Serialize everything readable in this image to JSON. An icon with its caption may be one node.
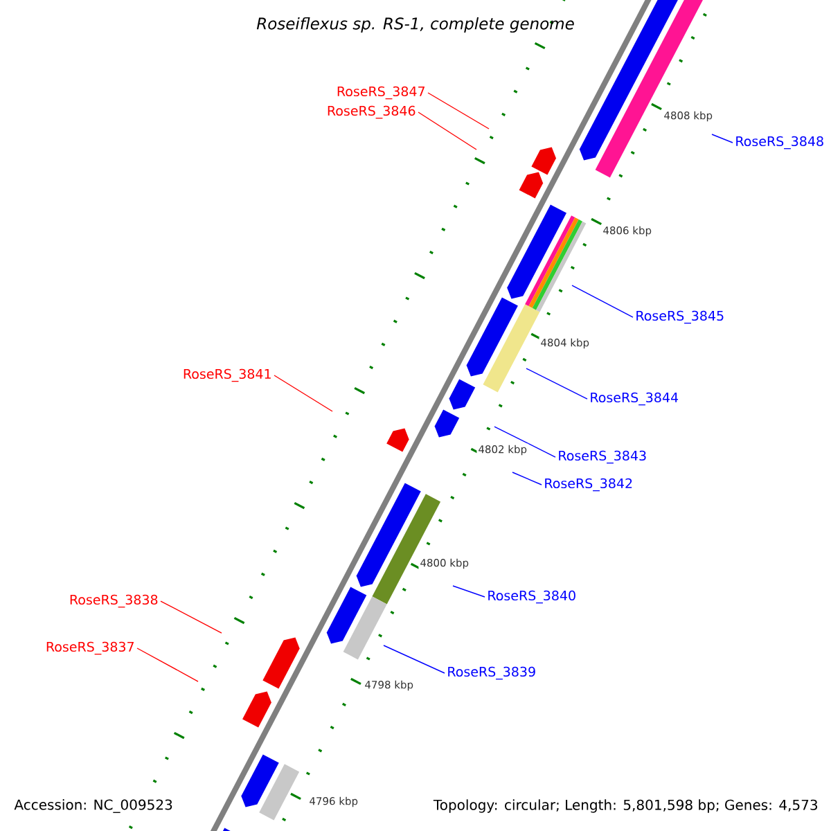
{
  "diagram": {
    "title": "Roseiflexus sp. RS-1, complete genome",
    "nodes": [
      {
        "text": [
          "RoseRS_3847"
        ]
      },
      {
        "text": [
          "RoseRS_3846"
        ]
      },
      {
        "text": [
          "RoseRS_3848"
        ]
      },
      {
        "text": [
          "RoseRS_3845"
        ]
      },
      {
        "text": [
          "RoseRS_3841"
        ]
      },
      {
        "text": [
          "RoseRS_3844"
        ]
      },
      {
        "text": [
          "RoseRS_3843"
        ]
      },
      {
        "text": [
          "RoseRS_3842"
        ]
      },
      {
        "text": [
          "RoseRS_3840"
        ]
      },
      {
        "text": [
          "RoseRS_3838"
        ]
      },
      {
        "text": [
          "RoseRS_3837"
        ]
      },
      {
        "text": [
          "RoseRS_3839"
        ]
      }
    ],
    "edges": [
      {
        "from": 0,
        "to": null,
        "arrow": "none",
        "color": "#ff0000"
      },
      {
        "from": 1,
        "to": null,
        "arrow": "none",
        "color": "#ff0000"
      },
      {
        "from": 2,
        "to": null,
        "arrow": "none",
        "color": "#0000ff"
      },
      {
        "from": 3,
        "to": null,
        "arrow": "none",
        "color": "#0000ff"
      },
      {
        "from": 4,
        "to": null,
        "arrow": "none",
        "color": "#ff0000"
      },
      {
        "from": 5,
        "to": null,
        "arrow": "none",
        "color": "#0000ff"
      },
      {
        "from": 6,
        "to": null,
        "arrow": "none",
        "color": "#0000ff"
      },
      {
        "from": 7,
        "to": null,
        "arrow": "none",
        "color": "#0000ff"
      },
      {
        "from": 8,
        "to": null,
        "arrow": "none",
        "color": "#0000ff"
      },
      {
        "from": 9,
        "to": null,
        "arrow": "none",
        "color": "#ff0000"
      },
      {
        "from": 10,
        "to": null,
        "arrow": "none",
        "color": "#ff0000"
      },
      {
        "from": 11,
        "to": null,
        "arrow": "none",
        "color": "#0000ff"
      }
    ],
    "labels": [
      "4808 kbp",
      "4806 kbp",
      "4804 kbp",
      "4802 kbp",
      "4800 kbp",
      "4798 kbp",
      "4796 kbp",
      "Accession: NC_009523",
      "Topology: circular; Length: 5,801,598 bp; Genes: 4,573"
    ]
  }
}
